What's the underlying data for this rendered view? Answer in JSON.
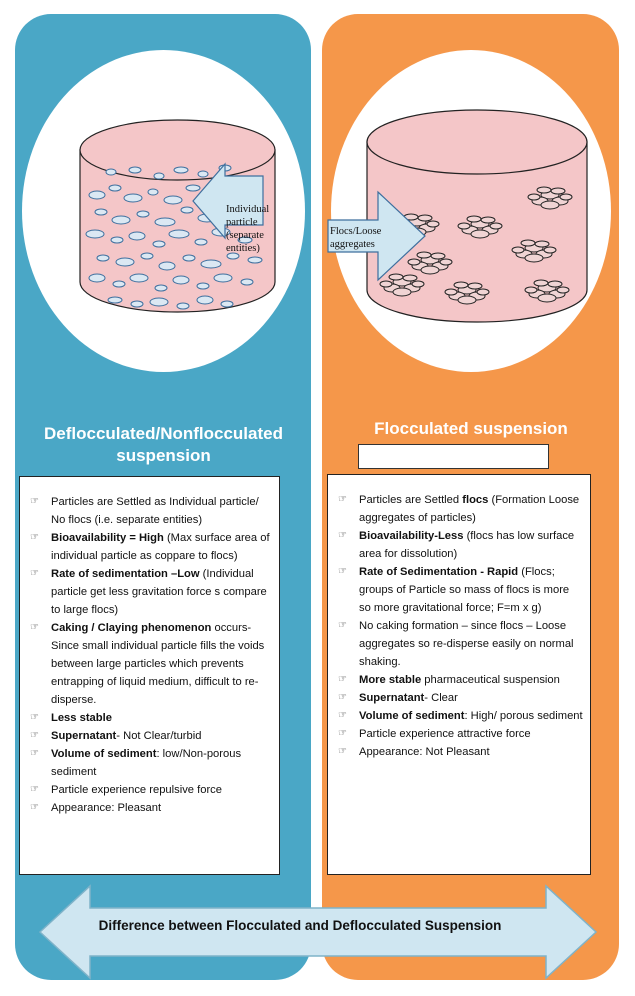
{
  "colors": {
    "left_panel": "#4aa7c6",
    "right_panel": "#f5974a",
    "beaker_fill": "#f4c6c8",
    "arrow_fill": "#cfe6f1"
  },
  "left": {
    "heading_line1": "Deflocculated/Nonflocculated",
    "heading_line2": "suspension",
    "callout_lines": [
      "Individual",
      "particle",
      "(separate",
      "entities)"
    ],
    "points": [
      {
        "bold": "",
        "text": "Particles are  Settled as Individual particle/ No flocs (i.e. separate entities)"
      },
      {
        "bold": "Bioavailability = High",
        "text": " (Max surface area of individual particle as coppare to flocs)"
      },
      {
        "bold": "Rate of sedimentation –Low",
        "text": " (Individual particle get less gravitation force s compare to large flocs)"
      },
      {
        "bold": "Caking / Claying phenomenon",
        "text": " occurs- Since small individual particle fills the voids between large particles which prevents entrapping of liquid medium, difficult to re-disperse."
      },
      {
        "bold": "Less stable",
        "text": ""
      },
      {
        "bold": "Supernatant",
        "text": "- Not Clear/turbid"
      },
      {
        "bold": "Volume of sediment",
        "text": ": low/Non-porous sediment"
      },
      {
        "bold": "",
        "text": "Particle experience repulsive force"
      },
      {
        "bold": "",
        "text": "Appearance: Pleasant"
      }
    ]
  },
  "right": {
    "heading": "Flocculated suspension",
    "callout_lines": [
      "Flocs/Loose",
      "aggregates"
    ],
    "points": [
      {
        "bold": "",
        "text": "Particles are Settled ",
        "bold2": "flocs",
        "text2": " (Formation Loose aggregates of particles)"
      },
      {
        "bold": " Bioavailability-Less",
        "text": " (flocs has low surface area for dissolution)"
      },
      {
        "bold": "Rate of Sedimentation - Rapid",
        "text": " (Flocs; groups of Particle so mass of flocs is more so more gravitational force; F=m x g)"
      },
      {
        "bold": "",
        "text": "No caking formation – since flocs – Loose aggregates so  re-disperse easily on normal shaking."
      },
      {
        "bold": "More stable",
        "text": " pharmaceutical suspension"
      },
      {
        "bold": "Supernatant",
        "text": "- Clear"
      },
      {
        "bold": "Volume of sediment",
        "text": ": High/ porous sediment"
      },
      {
        "bold": "",
        "text": "Particle experience attractive force"
      },
      {
        "bold": "",
        "text": "Appearance: Not Pleasant"
      }
    ]
  },
  "bottom_label": "Difference between Flocculated and Deflocculated Suspension",
  "bullet_glyph": "☞"
}
